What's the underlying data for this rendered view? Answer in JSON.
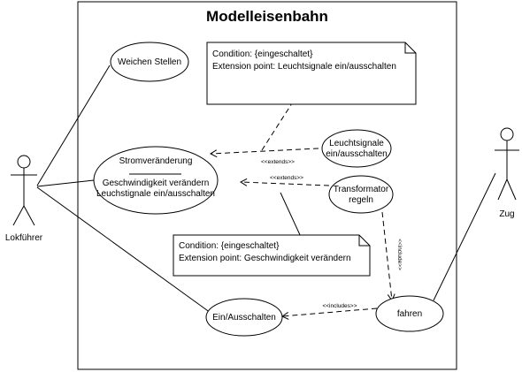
{
  "system": {
    "title": "Modelleisenbahn"
  },
  "actors": {
    "lokfuehrer": "Lokführer",
    "zug": "Zug"
  },
  "use_cases": {
    "weichen": "Weichen Stellen",
    "strom_name": "Stromveränderung",
    "strom_ep1": "Geschwindigkeit verändern",
    "strom_ep2": "Leuchstignale ein/ausschalten",
    "leucht_line1": "Leuchtsignale",
    "leucht_line2": "ein/ausschalten",
    "trafo_line1": "Transformator",
    "trafo_line2": "regeln",
    "ein": "Ein/Ausschalten",
    "fahren": "fahren"
  },
  "notes": {
    "top_line1": "Condition: {eingeschaltet}",
    "top_line2": "Extension point: Leuchtsignale ein/ausschalten",
    "bottom_line1": "Condition: {eingeschaltet}",
    "bottom_line2": "Extension point: Geschwindigkeit verändern"
  },
  "relations": {
    "extends_1": "<<extends>>",
    "extends_2": "<<extends>>",
    "include_1": "<<include>>",
    "includes_2": "<<includes>>"
  }
}
